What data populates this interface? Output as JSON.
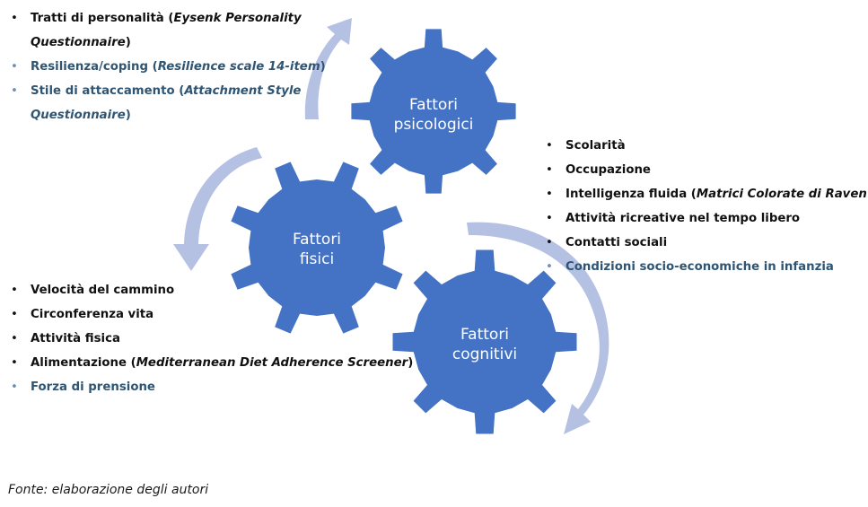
{
  "gears": {
    "psicologici": {
      "line1": "Fattori",
      "line2": "psicologici",
      "color": "#4472c4"
    },
    "fisici": {
      "line1": "Fattori",
      "line2": "fisici",
      "color": "#4472c4"
    },
    "cognitivi": {
      "line1": "Fattori",
      "line2": "cognitivi",
      "color": "#4472c4"
    }
  },
  "arrow_color": "#b4c1e3",
  "colors": {
    "dark_text": "#111111",
    "blue_text": "#2f5573",
    "blue_bullet": "#6d8db5"
  },
  "lists": {
    "psicologici": [
      {
        "text": "Tratti di personalità (",
        "italic": "Eysenk Personality Questionnaire",
        "after": ")",
        "style": "dark"
      },
      {
        "text": "Resilienza/coping (",
        "italic": "Resilience scale 14-item",
        "after": ")",
        "style": "blue"
      },
      {
        "text": "Stile di attaccamento (",
        "italic": "Attachment Style Questionnaire",
        "after": ")",
        "style": "blue"
      }
    ],
    "cognitivi": [
      {
        "text": "Scolarità",
        "style": "dark"
      },
      {
        "text": "Occupazione",
        "style": "dark"
      },
      {
        "text": "Intelligenza fluida (",
        "italic": "Matrici Colorate di Raven",
        "after": ")",
        "style": "dark"
      },
      {
        "text": "Attività ricreative nel tempo libero",
        "style": "dark"
      },
      {
        "text": "Contatti sociali",
        "style": "dark"
      },
      {
        "text": "Condizioni socio-economiche in infanzia",
        "style": "blue"
      }
    ],
    "fisici": [
      {
        "text": "Velocità del cammino",
        "style": "dark"
      },
      {
        "text": "Circonferenza vita",
        "style": "dark"
      },
      {
        "text": "Attività fisica",
        "style": "dark"
      },
      {
        "text": "Alimentazione (",
        "italic": "Mediterranean Diet Adherence Screener",
        "after": ")",
        "style": "dark"
      },
      {
        "text": "Forza di prensione",
        "style": "blue"
      }
    ]
  },
  "footer": {
    "source": "Fonte: elaborazione degli autori"
  }
}
